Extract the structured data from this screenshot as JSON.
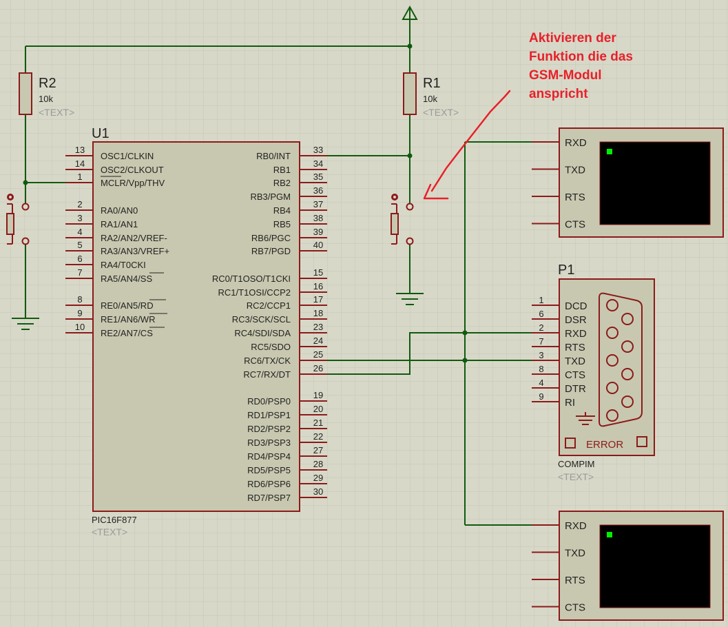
{
  "colors": {
    "background": "#d8d8c8",
    "grid": "#c6c6b6",
    "component_outline": "#8b1a1a",
    "component_fill": "#c8c8b0",
    "wire": "#0f5a0f",
    "annotation": "#e8202a",
    "terminal_screen": "#000000",
    "terminal_led": "#00ee00",
    "placeholder_text": "#9a9a9a"
  },
  "annotation": {
    "lines": [
      "Aktivieren der",
      "Funktion die das",
      "GSM-Modul",
      "anspricht"
    ]
  },
  "u1": {
    "ref": "U1",
    "part": "PIC16F877",
    "text": "<TEXT>",
    "left_pins": [
      {
        "num": "13",
        "name": "OSC1/CLKIN"
      },
      {
        "num": "14",
        "name": "OSC2/CLKOUT"
      },
      {
        "num": "1",
        "name": "MCLR/Vpp/THV"
      },
      {
        "num": "2",
        "name": "RA0/AN0"
      },
      {
        "num": "3",
        "name": "RA1/AN1"
      },
      {
        "num": "4",
        "name": "RA2/AN2/VREF-"
      },
      {
        "num": "5",
        "name": "RA3/AN3/VREF+"
      },
      {
        "num": "6",
        "name": "RA4/T0CKI"
      },
      {
        "num": "7",
        "name": "RA5/AN4/SS"
      },
      {
        "num": "8",
        "name": "RE0/AN5/RD"
      },
      {
        "num": "9",
        "name": "RE1/AN6/WR"
      },
      {
        "num": "10",
        "name": "RE2/AN7/CS"
      }
    ],
    "right_pins": [
      {
        "num": "33",
        "name": "RB0/INT"
      },
      {
        "num": "34",
        "name": "RB1"
      },
      {
        "num": "35",
        "name": "RB2"
      },
      {
        "num": "36",
        "name": "RB3/PGM"
      },
      {
        "num": "37",
        "name": "RB4"
      },
      {
        "num": "38",
        "name": "RB5"
      },
      {
        "num": "39",
        "name": "RB6/PGC"
      },
      {
        "num": "40",
        "name": "RB7/PGD"
      },
      {
        "num": "15",
        "name": "RC0/T1OSO/T1CKI"
      },
      {
        "num": "16",
        "name": "RC1/T1OSI/CCP2"
      },
      {
        "num": "17",
        "name": "RC2/CCP1"
      },
      {
        "num": "18",
        "name": "RC3/SCK/SCL"
      },
      {
        "num": "23",
        "name": "RC4/SDI/SDA"
      },
      {
        "num": "24",
        "name": "RC5/SDO"
      },
      {
        "num": "25",
        "name": "RC6/TX/CK"
      },
      {
        "num": "26",
        "name": "RC7/RX/DT"
      },
      {
        "num": "19",
        "name": "RD0/PSP0"
      },
      {
        "num": "20",
        "name": "RD1/PSP1"
      },
      {
        "num": "21",
        "name": "RD2/PSP2"
      },
      {
        "num": "22",
        "name": "RD3/PSP3"
      },
      {
        "num": "27",
        "name": "RD4/PSP4"
      },
      {
        "num": "28",
        "name": "RD5/PSP5"
      },
      {
        "num": "29",
        "name": "RD6/PSP6"
      },
      {
        "num": "30",
        "name": "RD7/PSP7"
      }
    ]
  },
  "r1": {
    "ref": "R1",
    "value": "10k",
    "text": "<TEXT>"
  },
  "r2": {
    "ref": "R2",
    "value": "10k",
    "text": "<TEXT>"
  },
  "p1": {
    "ref": "P1",
    "part": "COMPIM",
    "text": "<TEXT>",
    "error": "ERROR",
    "pins": [
      {
        "num": "1",
        "name": "DCD"
      },
      {
        "num": "6",
        "name": "DSR"
      },
      {
        "num": "2",
        "name": "RXD"
      },
      {
        "num": "7",
        "name": "RTS"
      },
      {
        "num": "3",
        "name": "TXD"
      },
      {
        "num": "8",
        "name": "CTS"
      },
      {
        "num": "4",
        "name": "DTR"
      },
      {
        "num": "9",
        "name": "RI"
      }
    ]
  },
  "terminal_top": {
    "pins": [
      "RXD",
      "TXD",
      "RTS",
      "CTS"
    ]
  },
  "terminal_bottom": {
    "pins": [
      "RXD",
      "TXD",
      "RTS",
      "CTS"
    ]
  }
}
